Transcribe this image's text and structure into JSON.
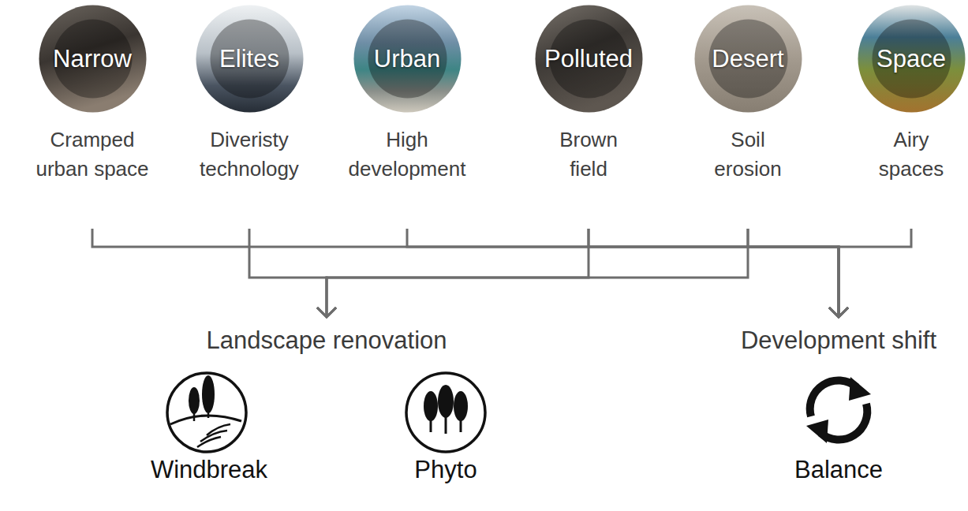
{
  "diagram": {
    "nodes": [
      {
        "text": [
          "Narrow",
          "Cramped urban space"
        ]
      },
      {
        "text": [
          "Elites",
          "Diveristy technology"
        ]
      },
      {
        "text": [
          "Urban",
          "High development"
        ]
      },
      {
        "text": [
          "Polluted",
          "Brown field"
        ]
      },
      {
        "text": [
          "Desert",
          "Soil erosion"
        ]
      },
      {
        "text": [
          "Space",
          "Airy spaces"
        ]
      },
      {
        "text": [
          "Landscape renovation"
        ]
      },
      {
        "text": [
          "Development shift"
        ]
      }
    ],
    "edges": [
      {
        "from": 0,
        "to": 7,
        "arrow": "to"
      },
      {
        "from": 2,
        "to": 7,
        "arrow": "to"
      },
      {
        "from": 3,
        "to": 7,
        "arrow": "to"
      },
      {
        "from": 4,
        "to": 7,
        "arrow": "to"
      },
      {
        "from": 5,
        "to": 7,
        "arrow": "to"
      },
      {
        "from": 1,
        "to": 6,
        "arrow": "to"
      },
      {
        "from": 3,
        "to": 6,
        "arrow": "to"
      },
      {
        "from": 4,
        "to": 6,
        "arrow": "to"
      }
    ],
    "labels": [
      "Windbreak",
      "Phyto",
      "Balance"
    ]
  }
}
